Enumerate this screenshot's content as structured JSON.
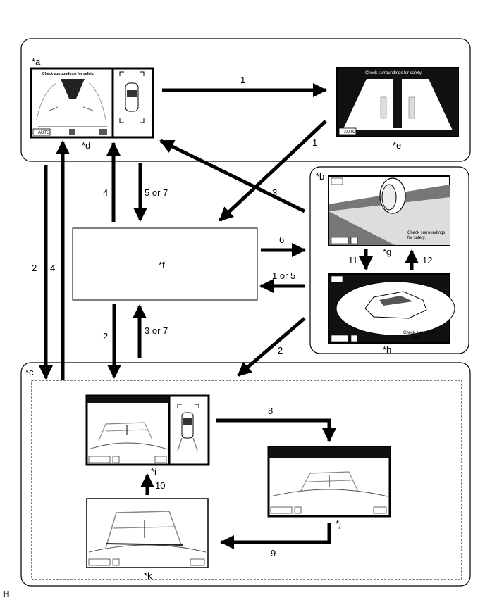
{
  "labels": {
    "a": "*a",
    "b": "*b",
    "c": "*c",
    "d": "*d",
    "e": "*e",
    "f": "*f",
    "g": "*g",
    "h": "*h",
    "i": "*i",
    "j": "*j",
    "k": "*k"
  },
  "arrows": {
    "a1": "1",
    "a1b": "1",
    "a2": "2",
    "a2b": "2",
    "a2c": "2",
    "a3": "3",
    "a3or7": "3 or 7",
    "a4": "4",
    "a4b": "4",
    "a5or7": "5 or 7",
    "a6": "6",
    "a1or5": "1 or 5",
    "a8": "8",
    "a9": "9",
    "a10": "10",
    "a11": "11",
    "a12": "12"
  },
  "screen_text": {
    "safety": "Check surroundings for safety.",
    "safety_line1": "Check surroundings",
    "safety_line2": "for safety.",
    "auto": "AUTO"
  },
  "corner_mark": "H",
  "colors": {
    "line": "#000000",
    "surface": "#ffffff",
    "screen_dark": "#111111",
    "ground_gray": "#777777"
  }
}
